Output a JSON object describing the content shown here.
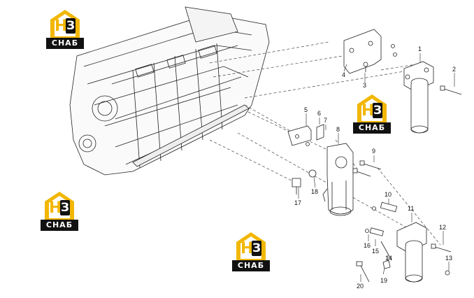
{
  "watermark": {
    "brand_text": "СНАБ",
    "letter_h": "Н",
    "letter_3": "З",
    "accent_color": "#f2b705"
  },
  "callouts": [
    "1",
    "2",
    "3",
    "4",
    "5",
    "6",
    "7",
    "8",
    "9",
    "10",
    "11",
    "12",
    "13",
    "14",
    "15",
    "16",
    "17",
    "18",
    "19",
    "20"
  ]
}
